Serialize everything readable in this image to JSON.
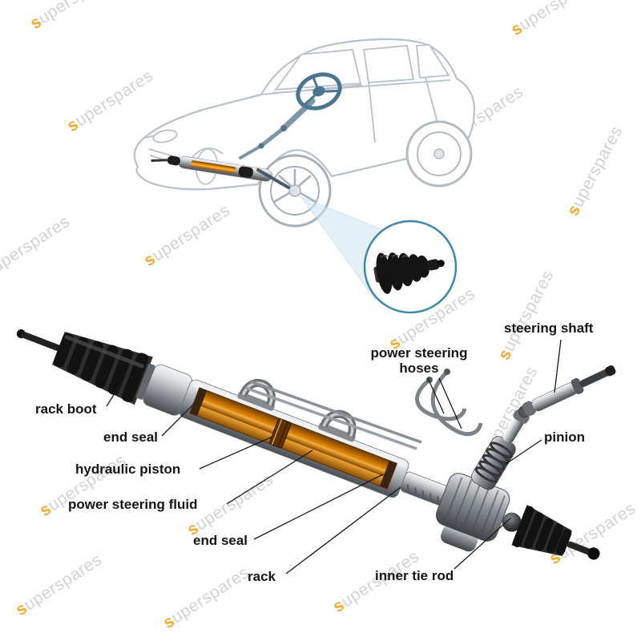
{
  "watermark": {
    "first_letter": "s",
    "rest": "uperspares",
    "full_text": "superspares"
  },
  "labels": {
    "rack_boot": "rack boot",
    "end_seal_left": "end seal",
    "hydraulic_piston": "hydraulic piston",
    "power_steering_fluid": "power steering fluid",
    "end_seal_right": "end seal",
    "rack": "rack",
    "power_steering_hoses": "power steering hoses",
    "steering_shaft": "steering shaft",
    "pinion": "pinion",
    "inner_tie_rod": "inner tie rod"
  },
  "colors": {
    "watermark_gray": "#cecece",
    "watermark_accent": "#f6a21c",
    "callout_blue": "#3f87ad",
    "fluid_orange": "#e08a00",
    "label_text": "#151515"
  }
}
